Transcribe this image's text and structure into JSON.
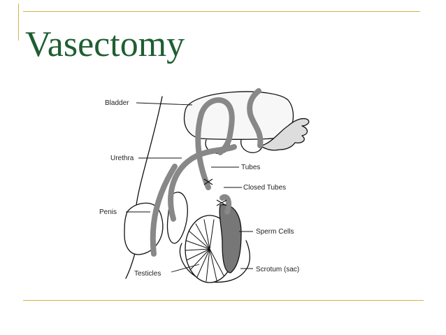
{
  "slide": {
    "title": "Vasectomy",
    "accent_color": "#d4b443",
    "title_color": "#1f5e32"
  },
  "diagram": {
    "labels": {
      "bladder": "Bladder",
      "urethra": "Urethra",
      "tubes": "Tubes",
      "closed_tubes": "Closed Tubes",
      "penis": "Penis",
      "sperm_cells": "Sperm Cells",
      "testicles": "Testicles",
      "scrotum": "Scrotum (sac)"
    }
  }
}
